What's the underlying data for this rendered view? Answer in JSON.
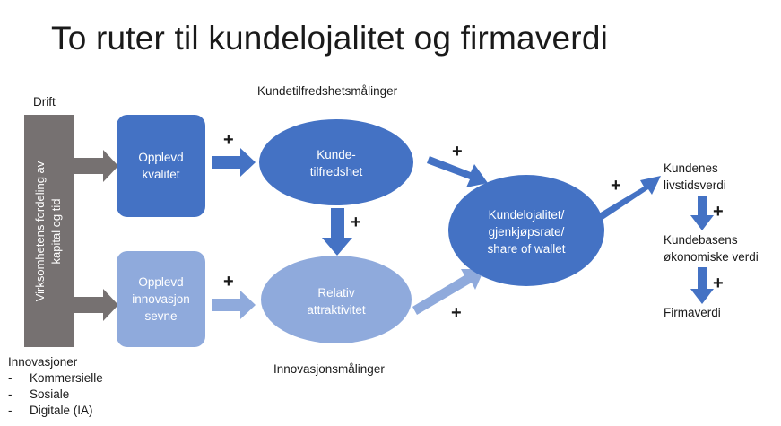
{
  "title": "To ruter til kundelojalitet og firmaverdi",
  "labels": {
    "drift": "Drift",
    "kundetilfredshetsmalinger": "Kundetilfredshetsmålinger",
    "innovasjonsmalinger": "Innovasjonsmålinger"
  },
  "vertical_bar": {
    "line1": "Virksomhetens fordeling av",
    "line2": "kapital og tid"
  },
  "nodes": {
    "opplevd_kvalitet": [
      "Opplevd",
      "kvalitet"
    ],
    "opplevd_innovasjon": [
      "Opplevd",
      "innovasjon",
      "sevne"
    ],
    "kundetilfredshet": [
      "Kunde-",
      "tilfredshet"
    ],
    "relativ_attraktivitet": [
      "Relativ",
      "attraktivitet"
    ],
    "kundelojalitet": [
      "Kundelojalitet/",
      "gjenkjøpsrate/",
      "share of wallet"
    ]
  },
  "chain": {
    "livstidsverdi": [
      "Kundenes",
      "livstidsverdi"
    ],
    "okonomiske_verdi": [
      "Kundebasens",
      "økonomiske verdi"
    ],
    "firmaverdi": "Firmaverdi"
  },
  "plus_sign": "+",
  "innovasjoner": {
    "heading": "Innovasjoner",
    "dash": "-",
    "items": [
      "Kommersielle",
      "Sosiale",
      "Digitale (IA)"
    ]
  },
  "colors": {
    "dark_blue": "#4472c4",
    "light_blue": "#8faadc",
    "gray": "#767171"
  }
}
